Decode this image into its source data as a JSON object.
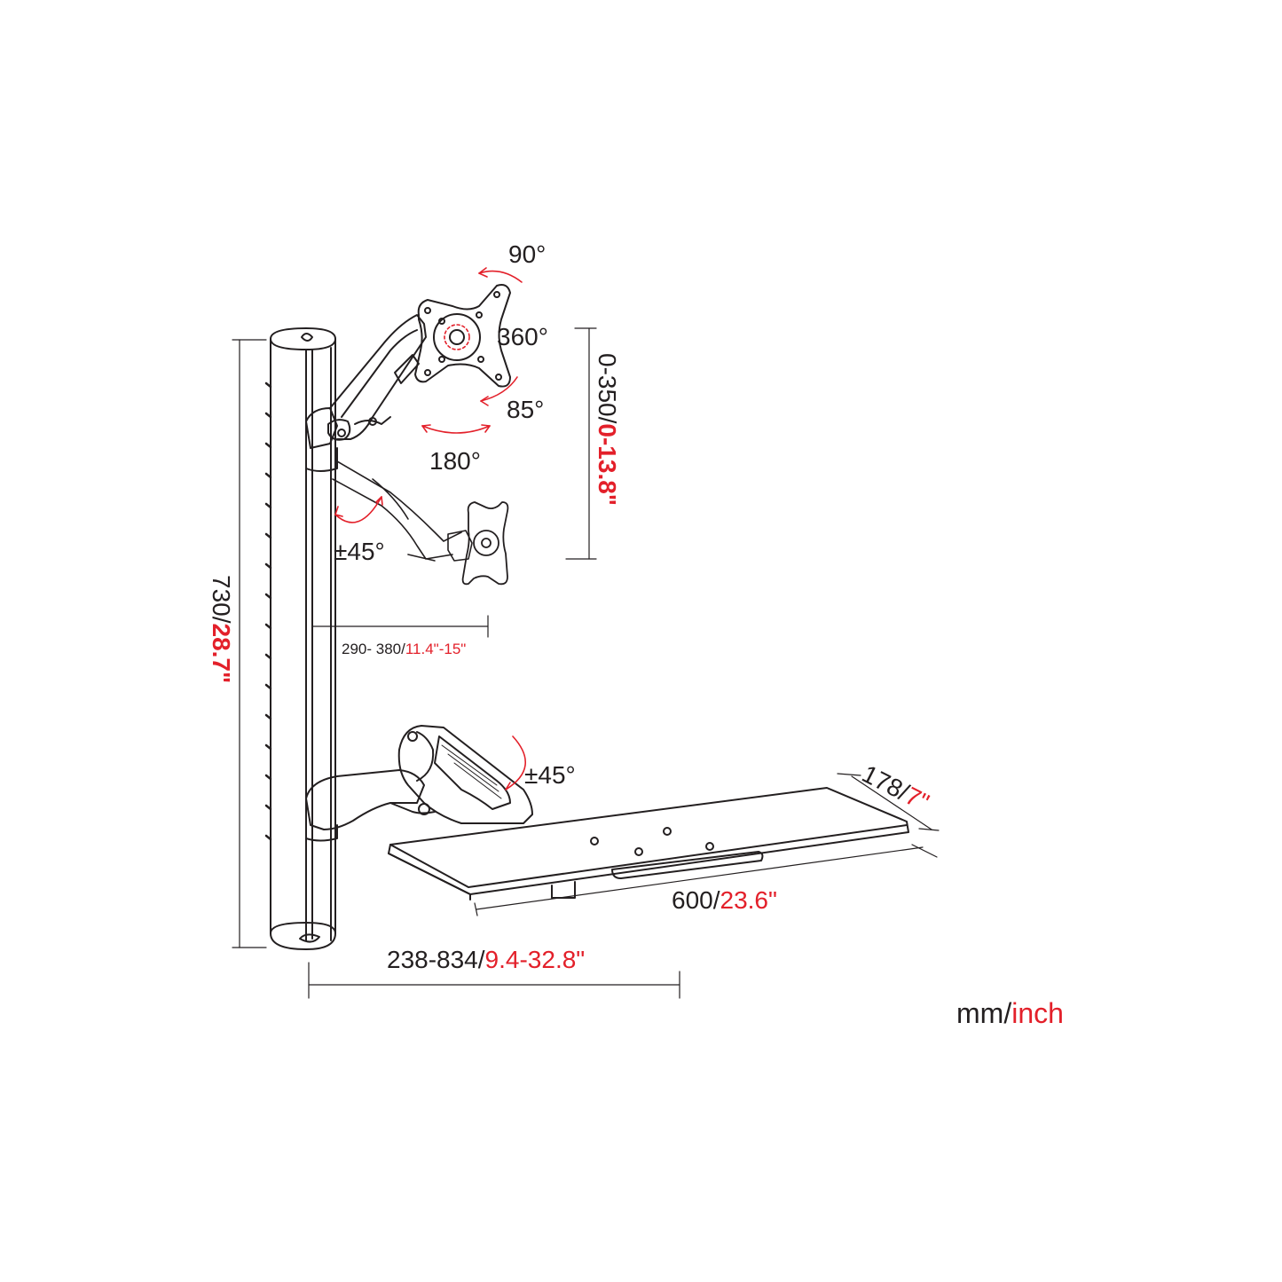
{
  "colors": {
    "line": "#231f20",
    "accent": "#e3202a",
    "background": "#ffffff"
  },
  "angles": {
    "portrait_rotation": "90°",
    "swivel": "360°",
    "tilt": "85°",
    "pan": "180°",
    "arm_rotation_upper": "±45°",
    "arm_rotation_lower": "±45°"
  },
  "dimensions": {
    "column_height": {
      "mm": "730/",
      "inch": "28.7\""
    },
    "monitor_height_adjust": {
      "mm": "0-350/",
      "inch": "0-13.8\""
    },
    "monitor_arm_reach": {
      "mm": "290- 380/",
      "inch": "11.4\"-15\""
    },
    "tray_reach": {
      "mm": "238-834/",
      "inch": "9.4-32.8\""
    },
    "tray_width": {
      "mm": "600/",
      "inch": "23.6\""
    },
    "tray_depth": {
      "mm": "178/",
      "inch": "7\""
    }
  },
  "units": {
    "metric": "mm/",
    "imperial": "inch"
  }
}
